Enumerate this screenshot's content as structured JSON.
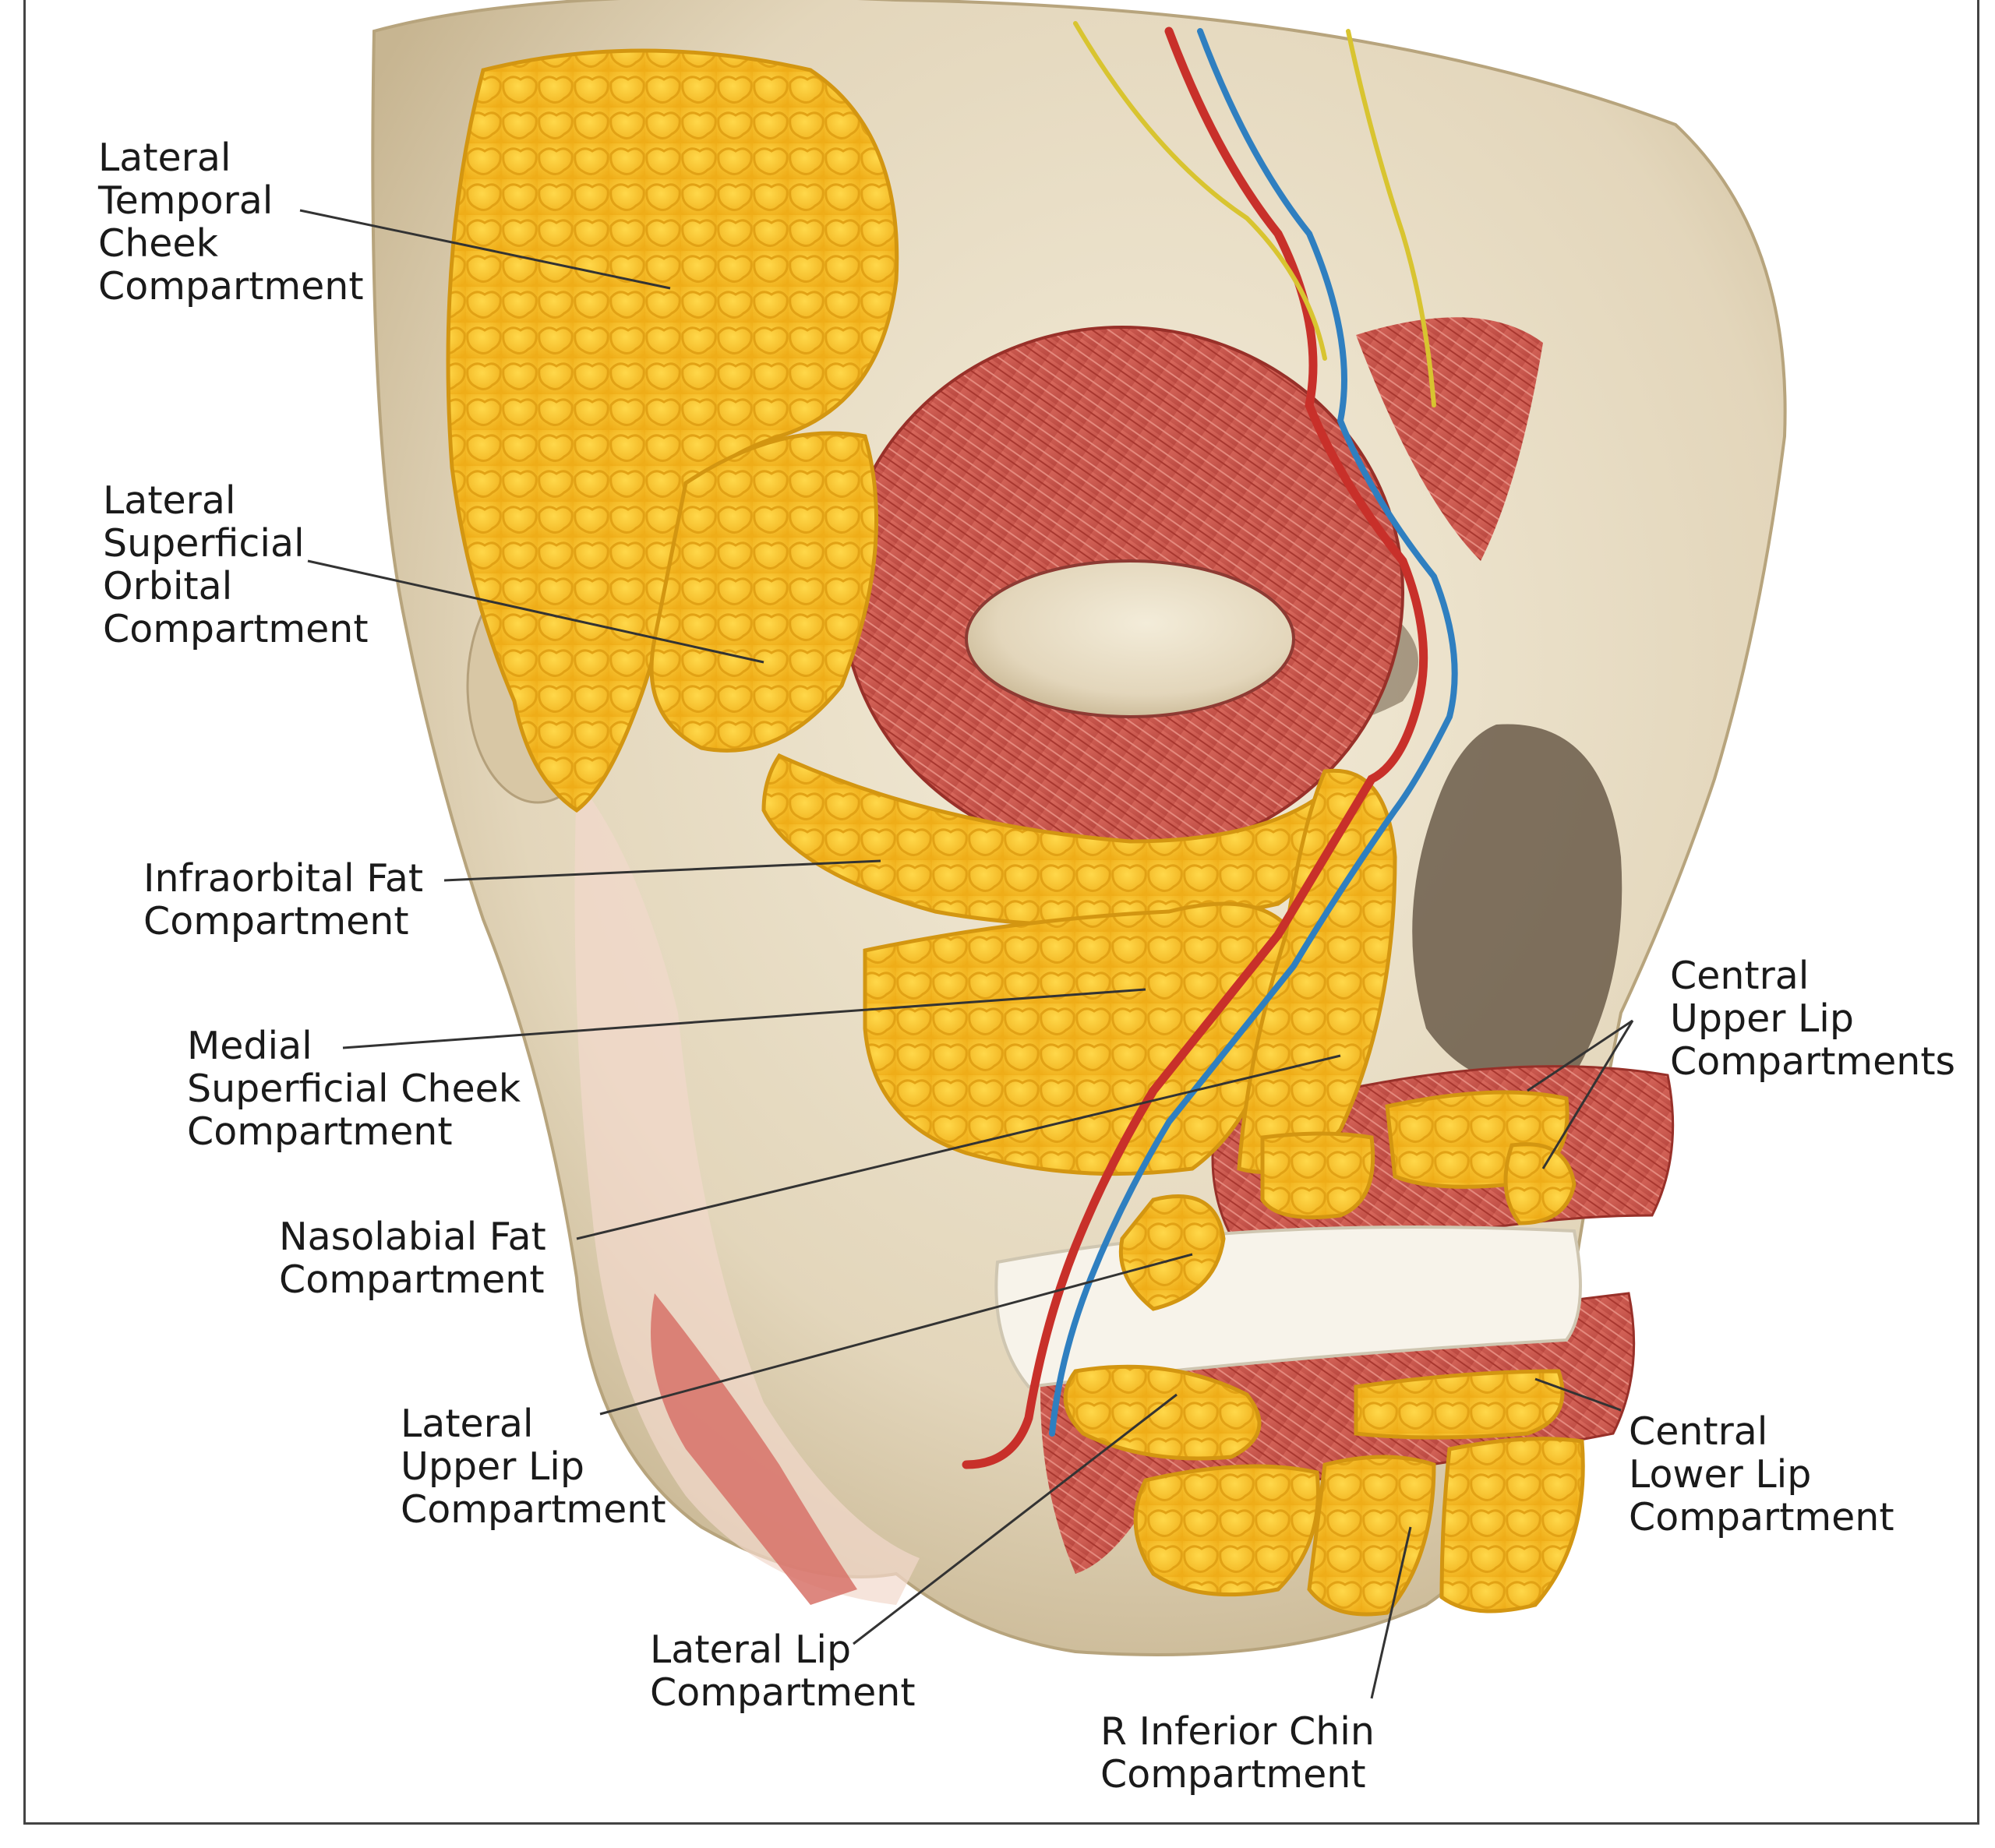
{
  "labels": {
    "lateral_temporal_cheek": [
      "Lateral",
      "Temporal",
      "Cheek",
      "Compartment"
    ],
    "lateral_superficial_orbital": [
      "Lateral",
      "Superficial",
      "Orbital",
      "Compartment"
    ],
    "infraorbital_fat": [
      "Infraorbital Fat",
      "Compartment"
    ],
    "medial_superficial_cheek": [
      "Medial",
      "Superficial Cheek",
      "Compartment"
    ],
    "nasolabial_fat": [
      "Nasolabial Fat",
      "Compartment"
    ],
    "lateral_upper_lip": [
      "Lateral",
      "Upper Lip",
      "Compartment"
    ],
    "lateral_lip": [
      "Lateral Lip",
      "Compartment"
    ],
    "r_inferior_chin": [
      "R Inferior Chin",
      "Compartment"
    ],
    "central_lower_lip": [
      "Central",
      "Lower Lip",
      "Compartment"
    ],
    "central_upper_lip": [
      "Central",
      "Upper Lip",
      "Compartments"
    ]
  },
  "colors": {
    "fat": "#f6c02a",
    "fat_outline": "#d99a10",
    "muscle": "#cf5a50",
    "muscle_dark": "#a83a33",
    "bone": "#e6dcc4",
    "artery": "#c8302a",
    "vein": "#2f7fc0",
    "nerve": "#d8c430",
    "leader": "#333333"
  }
}
